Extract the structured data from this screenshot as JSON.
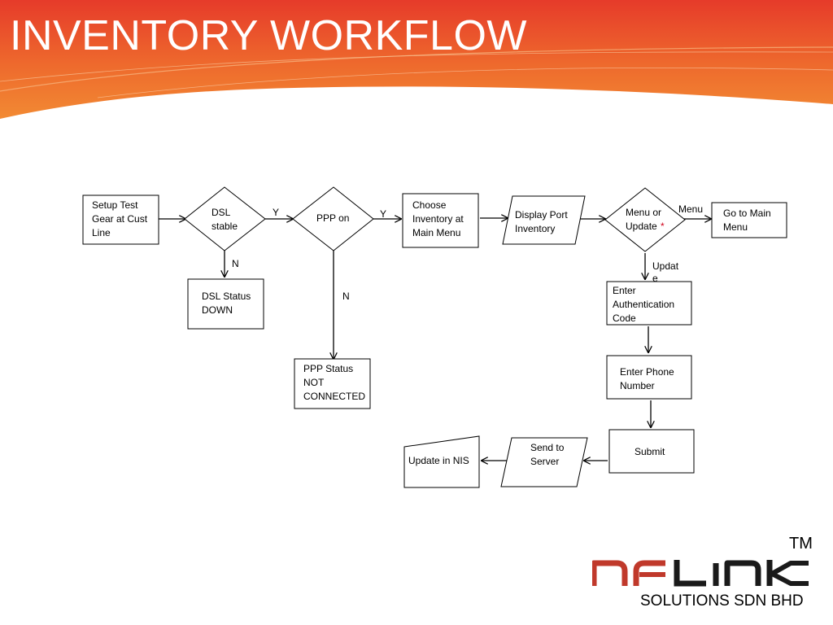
{
  "slide": {
    "title": "INVENTORY WORKFLOW",
    "banner_colors": [
      "#e8392b",
      "#f07b2e",
      "#f39a35"
    ]
  },
  "nodes": {
    "setup": [
      "Setup Test",
      "Gear at Cust",
      "Line"
    ],
    "dsl_stable": [
      "DSL",
      "stable"
    ],
    "dsl_down": [
      "DSL Status",
      "DOWN"
    ],
    "ppp_on": [
      "PPP on"
    ],
    "ppp_status": [
      "PPP Status",
      "NOT",
      "CONNECTED"
    ],
    "choose_inventory": [
      "Choose",
      "Inventory at",
      "Main Menu"
    ],
    "display_port": [
      "Display Port",
      "Inventory"
    ],
    "menu_or_update": [
      "Menu or",
      "Update"
    ],
    "menu_or_update_mark": "*",
    "go_main_menu": [
      "Go to Main",
      "Menu"
    ],
    "enter_auth": [
      "Enter",
      "Authentication",
      "Code"
    ],
    "enter_phone": [
      "Enter Phone",
      "Number"
    ],
    "submit": [
      "Submit"
    ],
    "send_server": [
      "Send to",
      "Server"
    ],
    "update_nis": [
      "Update in NIS"
    ]
  },
  "edge_labels": {
    "dsl_yes": "Y",
    "dsl_no": "N",
    "ppp_yes": "Y",
    "ppp_no": "N",
    "menu": "Menu",
    "update": [
      "Updat",
      "e"
    ]
  },
  "logo": {
    "trademark": "TM",
    "company": "SOLUTIONS SDN BHD",
    "colors": [
      "#c0392b",
      "#1a1a1a"
    ]
  }
}
